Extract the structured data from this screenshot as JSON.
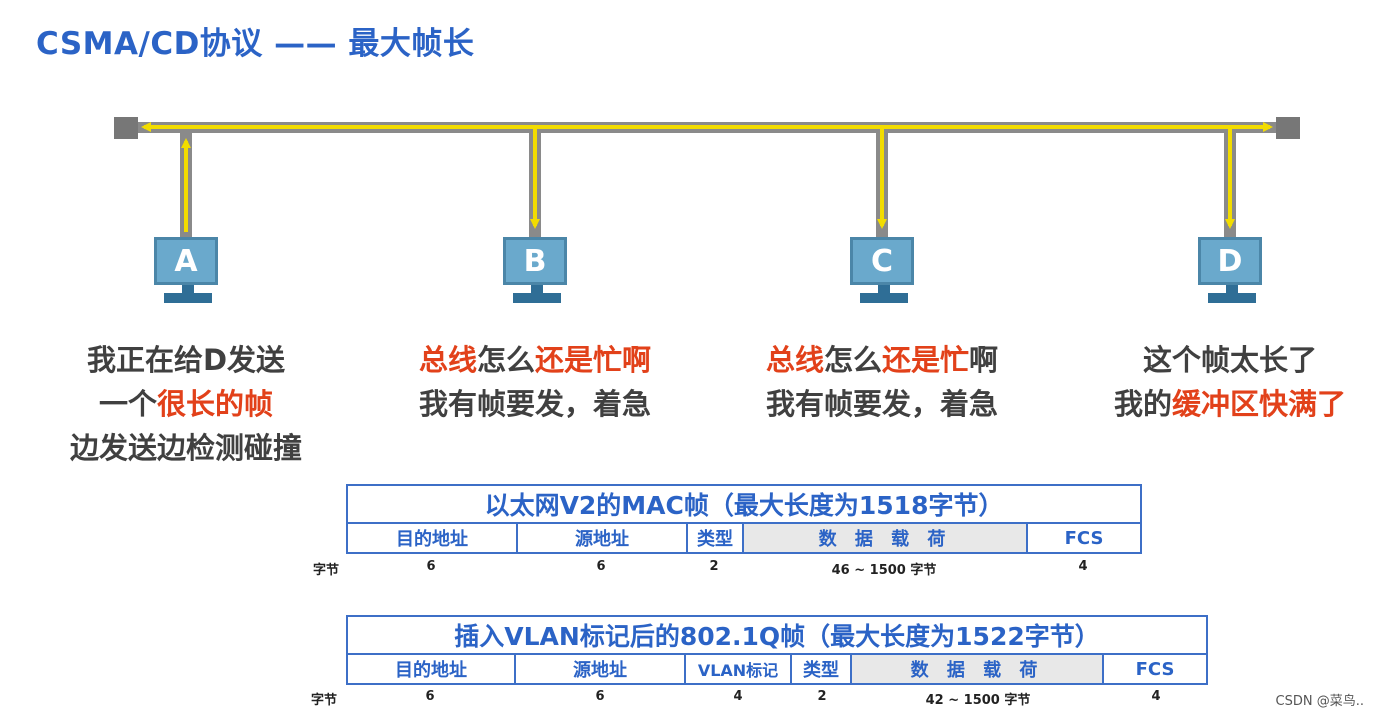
{
  "title": "CSMA/CD协议 —— 最大帧长",
  "hosts": [
    {
      "label": "A",
      "lines": [
        [
          {
            "t": "我正在给D发送",
            "hl": false
          }
        ],
        [
          {
            "t": "一个",
            "hl": false
          },
          {
            "t": "很长的帧",
            "hl": true
          }
        ],
        [
          {
            "t": "边发送边检测碰撞",
            "hl": false
          }
        ]
      ]
    },
    {
      "label": "B",
      "lines": [
        [
          {
            "t": "总线",
            "hl": true
          },
          {
            "t": "怎么",
            "hl": false
          },
          {
            "t": "还是忙啊",
            "hl": true
          }
        ],
        [
          {
            "t": "我有帧要发，着急",
            "hl": false
          }
        ]
      ]
    },
    {
      "label": "C",
      "lines": [
        [
          {
            "t": "总线",
            "hl": true
          },
          {
            "t": "怎么",
            "hl": false
          },
          {
            "t": "还是忙",
            "hl": true
          },
          {
            "t": "啊",
            "hl": false
          }
        ],
        [
          {
            "t": "我有帧要发，着急",
            "hl": false
          }
        ]
      ]
    },
    {
      "label": "D",
      "lines": [
        [
          {
            "t": "这个帧太长了",
            "hl": false
          }
        ],
        [
          {
            "t": "我的",
            "hl": false
          },
          {
            "t": "缓冲区快满了",
            "hl": true
          }
        ]
      ]
    }
  ],
  "frame1": {
    "title": "以太网V2的MAC帧（最大长度为1518字节）",
    "fields": [
      "目的地址",
      "源地址",
      "类型",
      "数 据 载 荷",
      "FCS"
    ],
    "bytes_label": "字节",
    "bytes": [
      "6",
      "6",
      "2",
      "46 ~ 1500 字节",
      "4"
    ]
  },
  "frame2": {
    "title": "插入VLAN标记后的802.1Q帧（最大长度为1522字节）",
    "fields": [
      "目的地址",
      "源地址",
      "VLAN标记",
      "类型",
      "数 据 载 荷",
      "FCS"
    ],
    "bytes_label": "字节",
    "bytes": [
      "6",
      "6",
      "4",
      "2",
      "42 ~ 1500 字节",
      "4"
    ]
  },
  "colors": {
    "title": "#2b63c6",
    "highlight": "#e2411a",
    "bus": "#8a8a8a",
    "signal": "#f2dc00",
    "screen": "#6aa9cc"
  },
  "watermark": "CSDN @菜鸟.."
}
